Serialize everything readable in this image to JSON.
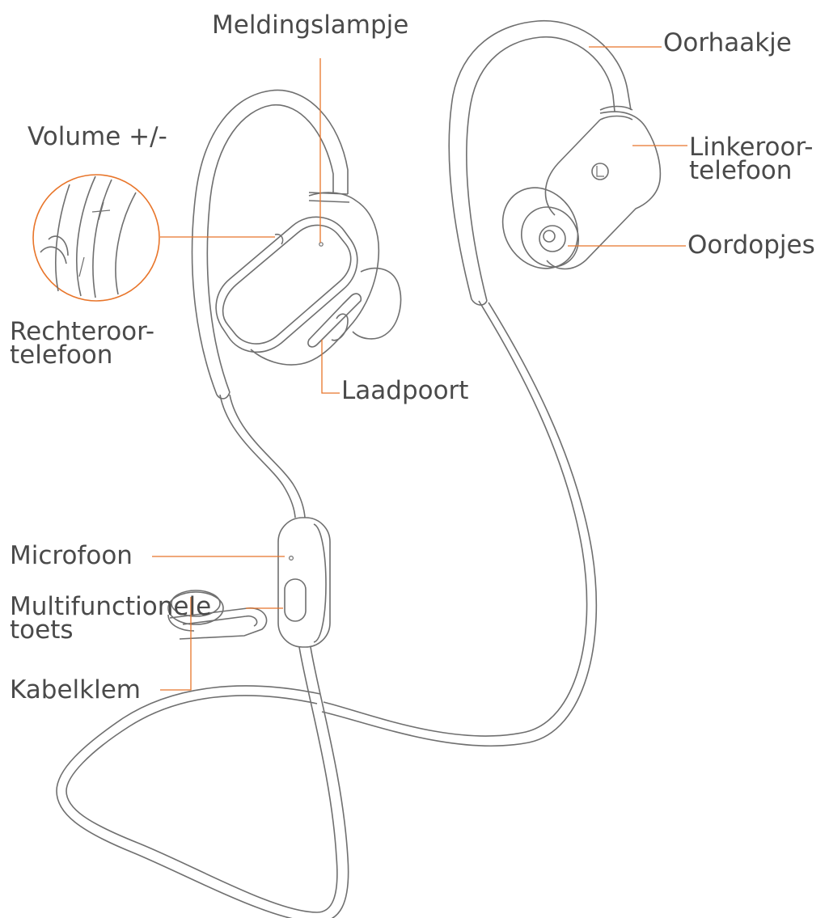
{
  "labels": {
    "indicator_light": "Meldingslampje",
    "ear_hook": "Oorhaakje",
    "volume": "Volume +/-",
    "left_earphone_line1": "Linkeroor-",
    "left_earphone_line2": "telefoon",
    "ear_tips": "Oordopjes",
    "right_earphone_line1": "Rechteroor-",
    "right_earphone_line2": "telefoon",
    "charging_port": "Laadpoort",
    "microphone": "Microfoon",
    "multifunction_line1": "Multifunctionele",
    "multifunction_line2": "toets",
    "cable_clip": "Kabelklem"
  },
  "button_marks": {
    "plus": "+",
    "minus": "−"
  },
  "earphone_mark": "L",
  "colors": {
    "leader_line": "#e8752a",
    "drawing_stroke": "#6f6f6f",
    "label_text": "#4a4a4a",
    "background": "#ffffff"
  }
}
